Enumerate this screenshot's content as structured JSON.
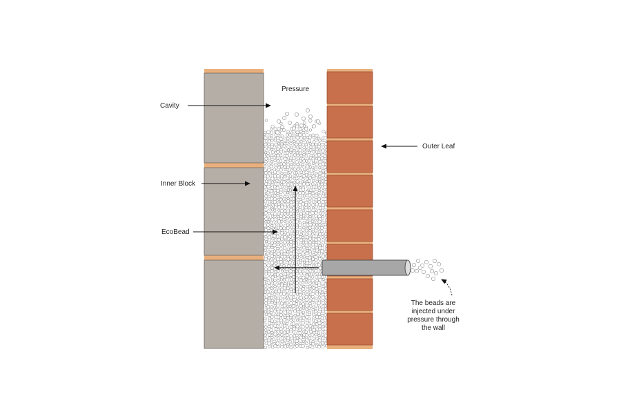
{
  "labels": {
    "pressure": "Pressure",
    "cavity": "Cavity",
    "inner_block": "Inner Block",
    "ecobead": "EcoBead",
    "outer_leaf": "Outer Leaf",
    "note_lines": [
      "The beads are",
      "injected under",
      "pressure through",
      "the wall"
    ]
  },
  "colors": {
    "block": "#b5aea7",
    "block_edge": "#6d6661",
    "mortar": "#e9b07d",
    "brick": "#c8704b",
    "brick_edge": "#9c4f32",
    "bead_stroke": "#8a8a8a",
    "pipe": "#a7a7a7",
    "pipe_edge": "#505050"
  }
}
